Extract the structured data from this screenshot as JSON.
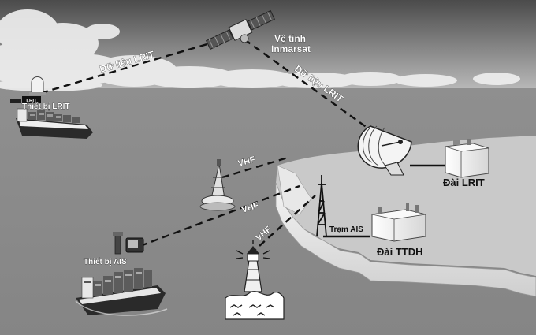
{
  "labels": {
    "satellite_line1": "Vệ tinh",
    "satellite_line2": "Inmarsat",
    "lrit_data_left": "Dữ liệu LRIT",
    "lrit_data_right": "Dữ liệu LRIT",
    "lrit_device": "Thiết bị LRIT",
    "lrit_station": "Đài LRIT",
    "vhf_buoy": "VHF",
    "vhf_ship": "VHF",
    "vhf_lighthouse": "VHF",
    "ais_station": "Trạm AIS",
    "ttdh_station": "Đài TTDH",
    "ais_device": "Thiết bị AIS",
    "ship_lrit_badge": "LRIT"
  },
  "colors": {
    "sky_top": "#4a4a4a",
    "sky_bottom": "#c8c8c8",
    "sea": "#8c8c8c",
    "land_top": "#cfcfcf",
    "land_side": "#efefef"
  }
}
